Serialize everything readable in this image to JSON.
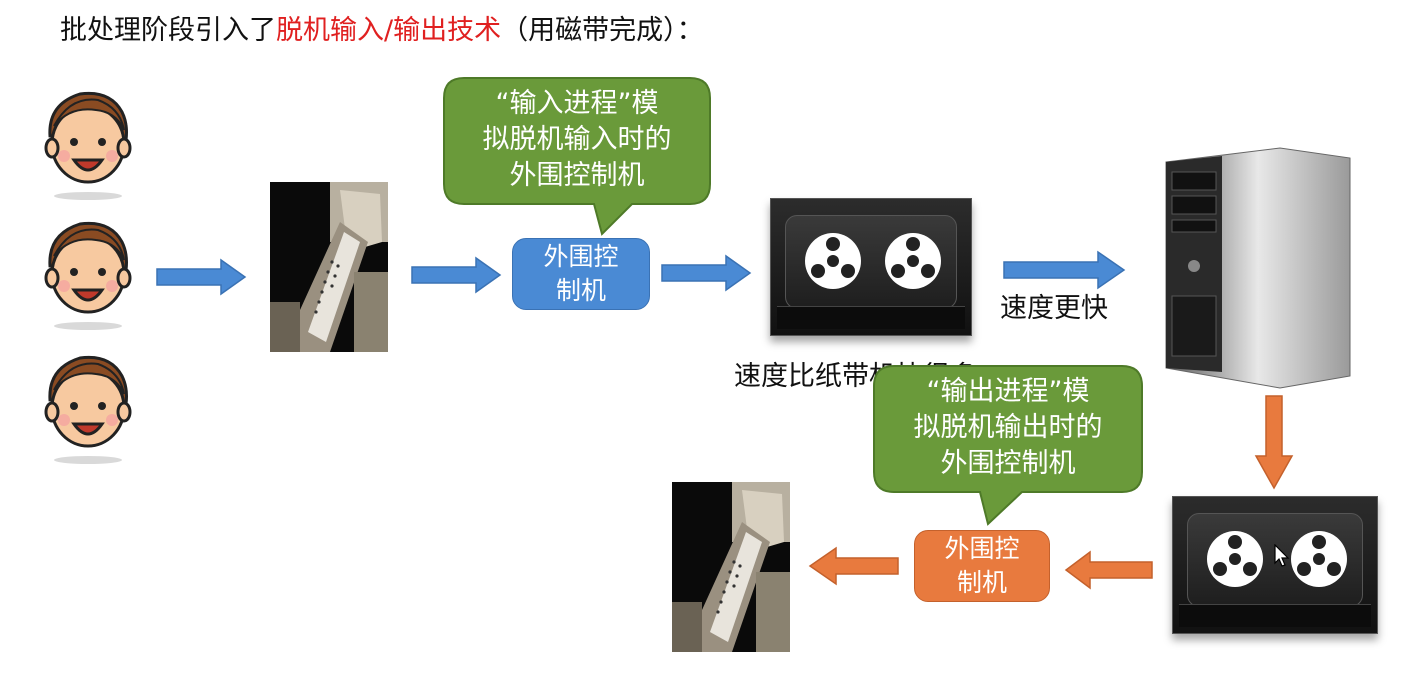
{
  "title": {
    "part1": "批处理阶段引入了",
    "highlight": "脱机输入/输出技术",
    "part2": "（用磁带完成）："
  },
  "bubble_input": {
    "line1": "“输入进程”模",
    "line2": "拟脱机输入时的",
    "line3": "外围控制机"
  },
  "bubble_output": {
    "line1": "“输出进程”模",
    "line2": "拟脱机输出时的",
    "line3": "外围控制机"
  },
  "box_input": {
    "line1": "外围控",
    "line2": "制机"
  },
  "box_output": {
    "line1": "外围控",
    "line2": "制机"
  },
  "label_faster": "速度更快",
  "label_tape_speed": "速度比纸带机快很多",
  "colors": {
    "highlight": "#e02020",
    "blue_box": "#4a8ad4",
    "orange_box": "#e87a3e",
    "bubble_green": "#6a9a3a",
    "arrow_blue": "#4a8ad4",
    "arrow_orange": "#e87a3e"
  },
  "icons": {
    "user": "smiling-boy-face-icon",
    "paper_tape": "paper-tape-reader-photo",
    "tape": "magnetic-tape-reel-icon",
    "computer": "desktop-tower-computer-icon"
  }
}
